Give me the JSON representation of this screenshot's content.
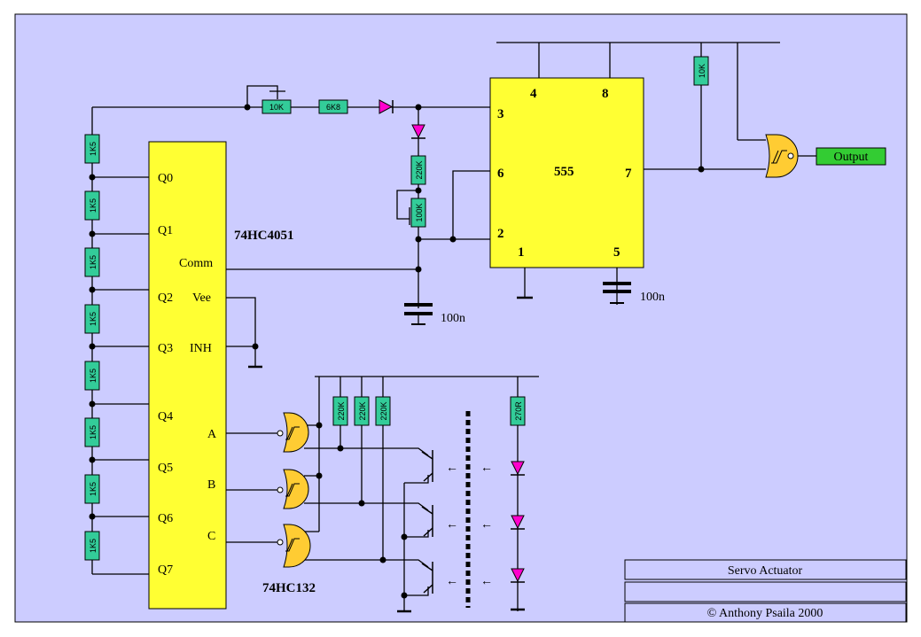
{
  "colors": {
    "background": "#ccccff",
    "ic_fill": "#ffff33",
    "gate_fill": "#ffcc33",
    "resistor_fill": "#33cc99",
    "diode_fill": "#ff00cc",
    "output_fill": "#33cc33",
    "wire": "#000000"
  },
  "mux": {
    "part": "74HC4051",
    "pins": [
      "Q0",
      "Q1",
      "Q2",
      "Q3",
      "Q4",
      "Q5",
      "Q6",
      "Q7"
    ],
    "comm": "Comm",
    "vee": "Vee",
    "inh": "INH",
    "sel_a": "A",
    "sel_b": "B",
    "sel_c": "C"
  },
  "ladder_resistors": [
    "1K5",
    "1K5",
    "1K5",
    "1K5",
    "1K5",
    "1K5",
    "1K5",
    "1K5"
  ],
  "timer": {
    "part": "555",
    "pin_4": "4",
    "pin_8": "8",
    "pin_3": "3",
    "pin_6": "6",
    "pin_7": "7",
    "pin_2": "2",
    "pin_1": "1",
    "pin_5": "5"
  },
  "timing_chain": {
    "r_pot": "10K",
    "r_series": "6K8",
    "r_upper": "220K",
    "r_lower": "100K",
    "r_pullup": "10K"
  },
  "capacitors": {
    "c_timing": "100n",
    "c_control": "100n"
  },
  "gates": {
    "part": "74HC132"
  },
  "sensor": {
    "r_pullups": [
      "220K",
      "220K",
      "220K"
    ],
    "r_led": "270R",
    "beam_arrow": "←"
  },
  "output_label": "Output",
  "title_block": {
    "title": "Servo Actuator",
    "blank": "",
    "copyright": "© Anthony Psaila 2000"
  },
  "icons": [
    "resistor-icon",
    "diode-icon",
    "capacitor-icon",
    "ground-icon",
    "nand-gate-icon",
    "phototransistor-icon",
    "led-icon"
  ]
}
